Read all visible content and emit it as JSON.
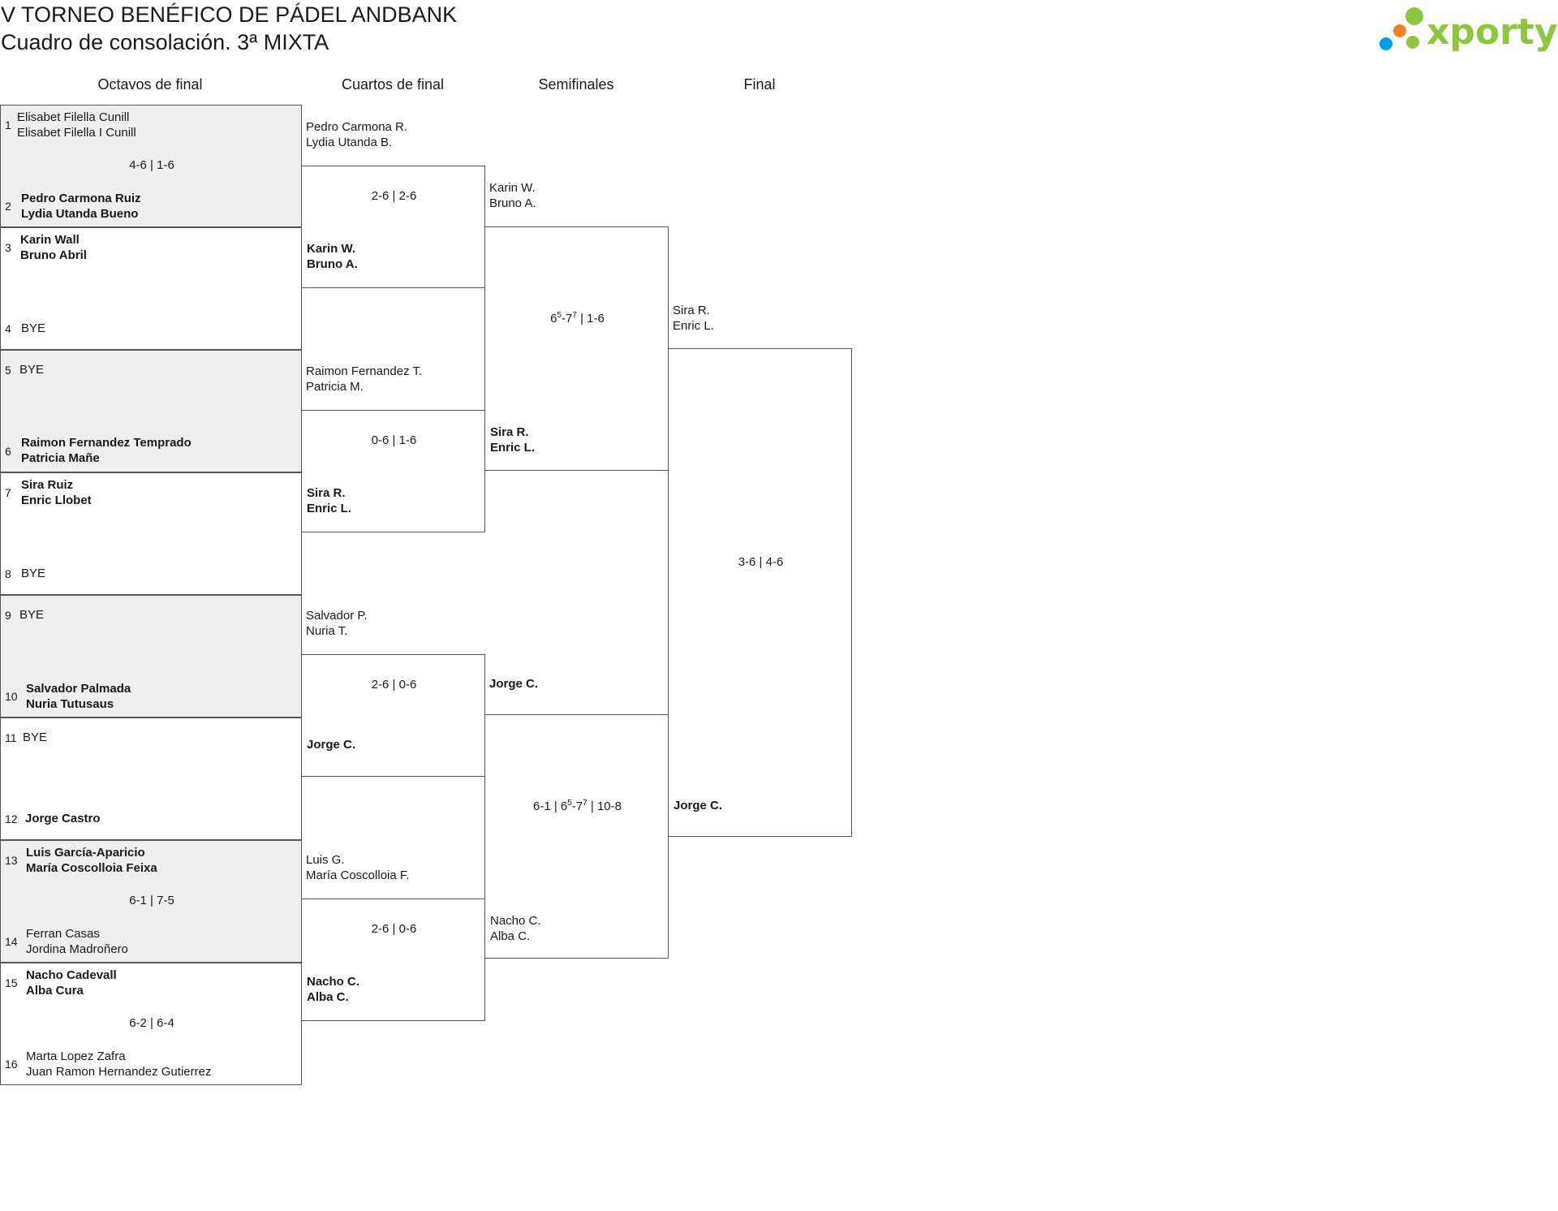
{
  "header": {
    "title": "V TORNEO BENÉFICO DE PÁDEL ANDBANK",
    "subtitle": "Cuadro de consolación. 3ª MIXTA"
  },
  "brand": {
    "name": "xporty",
    "color": "#8dc63f",
    "dot_colors": [
      "#8dc63f",
      "#f58220",
      "#00a0e9"
    ]
  },
  "rounds": [
    "Octavos de final",
    "Cuartos de final",
    "Semifinales",
    "Final"
  ],
  "r16": [
    {
      "seed": "1",
      "line1": "Elisabet Filella Cunill",
      "line2": "Elisabet Filella I Cunill"
    },
    {
      "seed": "2",
      "line1": "Pedro Carmona Ruiz",
      "line2": "Lydia Utanda Bueno"
    },
    {
      "seed": "3",
      "line1": "Karin Wall",
      "line2": "Bruno Abril"
    },
    {
      "seed": "4",
      "line1": "BYE",
      "line2": ""
    },
    {
      "seed": "5",
      "line1": "BYE",
      "line2": ""
    },
    {
      "seed": "6",
      "line1": "Raimon Fernandez Temprado",
      "line2": "Patricia Mañe"
    },
    {
      "seed": "7",
      "line1": "Sira Ruiz",
      "line2": "Enric Llobet"
    },
    {
      "seed": "8",
      "line1": "BYE",
      "line2": ""
    },
    {
      "seed": "9",
      "line1": "BYE",
      "line2": ""
    },
    {
      "seed": "10",
      "line1": "Salvador Palmada",
      "line2": "Nuria Tutusaus"
    },
    {
      "seed": "11",
      "line1": "BYE",
      "line2": ""
    },
    {
      "seed": "12",
      "line1": "Jorge Castro",
      "line2": ""
    },
    {
      "seed": "13",
      "line1": "Luis García-Aparicio",
      "line2": "María Coscolloia Feixa"
    },
    {
      "seed": "14",
      "line1": "Ferran Casas",
      "line2": "Jordina Madroñero"
    },
    {
      "seed": "15",
      "line1": "Nacho Cadevall",
      "line2": "Alba Cura"
    },
    {
      "seed": "16",
      "line1": "Marta Lopez Zafra",
      "line2": "Juan Ramon Hernandez Gutierrez"
    }
  ],
  "r16_scores": [
    "4-6 | 1-6",
    "",
    "",
    "",
    "",
    "",
    "6-1 | 7-5",
    "6-2 | 6-4"
  ],
  "qf": [
    {
      "line1": "Pedro Carmona R.",
      "line2": "Lydia Utanda B."
    },
    {
      "line1": "Karin W.",
      "line2": "Bruno A."
    },
    {
      "line1": "Raimon Fernandez T.",
      "line2": "Patricia M."
    },
    {
      "line1": "Sira R.",
      "line2": "Enric L."
    },
    {
      "line1": "Salvador P.",
      "line2": "Nuria T."
    },
    {
      "line1": "Jorge C.",
      "line2": ""
    },
    {
      "line1": "Luis G.",
      "line2": "María Coscolloia F."
    },
    {
      "line1": "Nacho C.",
      "line2": "Alba C."
    }
  ],
  "qf_scores": [
    "2-6 | 2-6",
    "0-6 | 1-6",
    "2-6 | 0-6",
    "2-6 | 0-6"
  ],
  "sf": [
    {
      "line1": "Karin W.",
      "line2": "Bruno A."
    },
    {
      "line1": "Sira R.",
      "line2": "Enric L."
    },
    {
      "line1": "Jorge C.",
      "line2": ""
    },
    {
      "line1": "Nacho C.",
      "line2": "Alba C."
    }
  ],
  "sf_scores": [
    {
      "a": "6",
      "a_sup": "5",
      "b": "-7",
      "b_sup": "7",
      "rest": " | 1-6",
      "prefix": ""
    },
    {
      "a": "6",
      "a_sup": "5",
      "b": "-7",
      "b_sup": "7",
      "rest": " | 10-8",
      "prefix": "6-1 | "
    }
  ],
  "final": [
    {
      "line1": "Sira R.",
      "line2": "Enric L."
    },
    {
      "line1": "Jorge C.",
      "line2": ""
    }
  ],
  "final_score": "3-6 | 4-6"
}
